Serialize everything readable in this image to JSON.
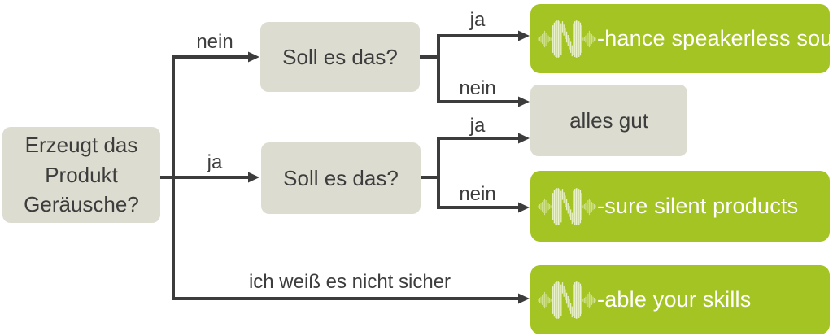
{
  "colors": {
    "lime_green": "#a4c424",
    "box_gray": "#dcdcd0",
    "text_dark": "#3d3d3d",
    "connector_gray": "#3c3c3c",
    "result_text": "#ffffff"
  },
  "icons": {
    "brand_logo": "n-waveform"
  },
  "nodes": {
    "question_main": {
      "lines": [
        "Erzeugt das",
        "Produkt",
        "Geräusche?"
      ]
    },
    "question_top": {
      "label": "Soll es das?"
    },
    "question_mid": {
      "label": "Soll es das?"
    },
    "outcome_ok": {
      "label": "alles gut"
    },
    "result_enhance": {
      "label": "-hance speakerless sound"
    },
    "result_ensure": {
      "label": "-sure silent products"
    },
    "result_enable": {
      "label": "-able your skills"
    }
  },
  "edges": {
    "nein_top": {
      "label": "nein"
    },
    "ja_mid": {
      "label": "ja"
    },
    "unsure_bottom": {
      "label": "ich weiß es nicht sicher"
    },
    "top_ja": {
      "label": "ja"
    },
    "top_nein": {
      "label": "nein"
    },
    "mid_ja": {
      "label": "ja"
    },
    "mid_nein": {
      "label": "nein"
    }
  }
}
